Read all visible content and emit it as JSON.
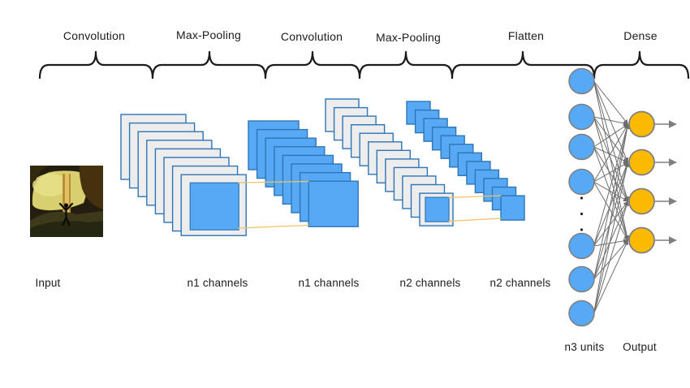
{
  "diagram": {
    "type": "convolutional-neural-network-architecture",
    "operations": [
      "Convolution",
      "Max-Pooling",
      "Convolution",
      "Max-Pooling",
      "Flatten",
      "Dense"
    ],
    "input": {
      "label": "Input",
      "image_alt": "photo of a person with raised arms inside a golden-lit cave"
    },
    "feature_stacks": [
      {
        "label": "n1 channels",
        "plates": 8,
        "style": "gray-with-blue-window"
      },
      {
        "label": "n1 channels",
        "plates": 8,
        "style": "blue"
      },
      {
        "label": "n2 channels",
        "plates": 12,
        "style": "gray-with-blue-window"
      },
      {
        "label": "n2 channels",
        "plates": 12,
        "style": "blue"
      }
    ],
    "flatten": {
      "label": "n3 units",
      "visible_units": 7,
      "ellipsis_dots": 3
    },
    "dense": {
      "label": "Output",
      "units": 4,
      "output_arrows": 4
    }
  },
  "colors": {
    "background": "#ffffff",
    "ink": "#1b1b1b",
    "map_blue": "#57a9f5",
    "map_border": "#2e75b6",
    "map_gray": "#ededed",
    "neuron_blue": "#57a9f5",
    "neuron_orange": "#fbba00",
    "neuron_border": "#7f7f7f",
    "connection_gray": "#6d6d6d",
    "arrow_gray": "#7f7f7f",
    "trace_orange": "#f2c25e"
  }
}
